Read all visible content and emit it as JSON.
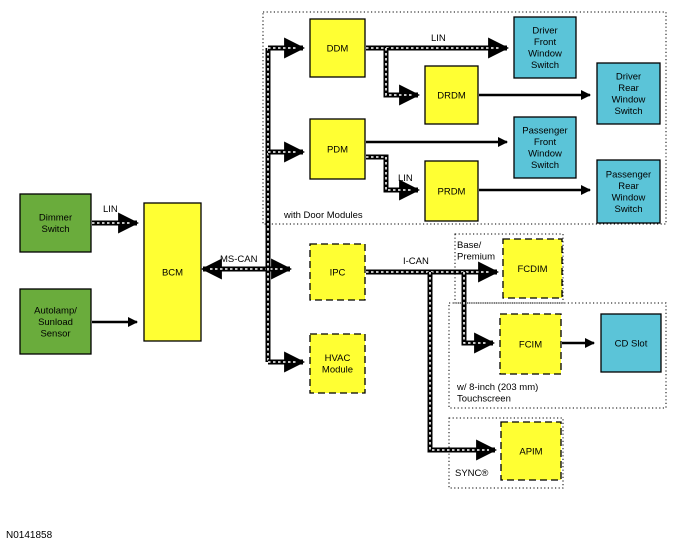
{
  "colors": {
    "green": "#6aac3c",
    "yellow": "#ffff33",
    "blue": "#5bc4d8",
    "line": "#000000"
  },
  "nodes": {
    "dimmer": "Dimmer\nSwitch",
    "autolamp": "Autolamp/\nSunload\nSensor",
    "bcm": "BCM",
    "ddm": "DDM",
    "drdm": "DRDM",
    "pdm": "PDM",
    "prdm": "PRDM",
    "ipc": "IPC",
    "hvac": "HVAC\nModule",
    "fcdim": "FCDIM",
    "fcim": "FCIM",
    "apim": "APIM",
    "drv_front": "Driver\nFront\nWindow\nSwitch",
    "drv_rear": "Driver\nRear\nWindow\nSwitch",
    "pass_front": "Passenger\nFront\nWindow\nSwitch",
    "pass_rear": "Passenger\nRear\nWindow\nSwitch",
    "cd_slot": "CD Slot"
  },
  "labels": {
    "lin_left": "LIN",
    "lin_top": "LIN",
    "lin_mid": "LIN",
    "ms_can": "MS-CAN",
    "i_can": "I-CAN",
    "with_door": "with Door Modules",
    "base_premium": "Base/\nPremium",
    "touchscreen": "w/ 8-inch (203 mm)\nTouchscreen",
    "sync": "SYNC®"
  },
  "figure_id": "N0141858"
}
